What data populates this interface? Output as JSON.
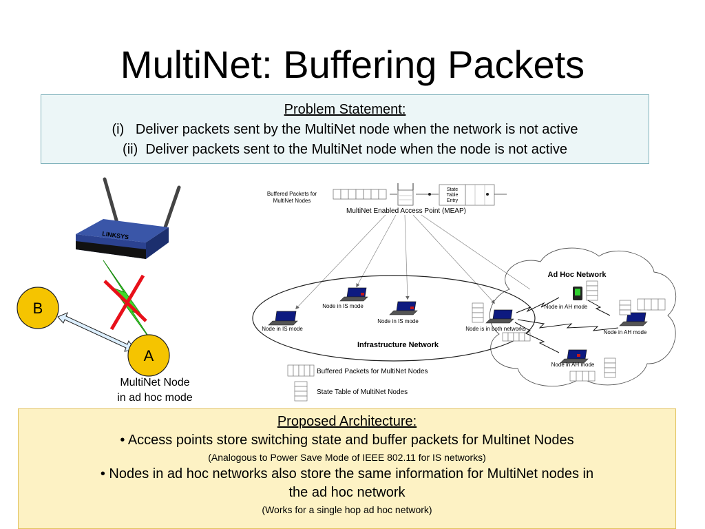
{
  "title": "MultiNet: Buffering Packets",
  "problem": {
    "heading": "Problem Statement:",
    "line1": "(i)   Deliver packets sent by the MultiNet node when the network is not active",
    "line2": "(ii)  Deliver packets sent to the MultiNet node when the node is not active"
  },
  "left": {
    "node_b": "B",
    "node_a": "A",
    "router_brand": "LINKSYS",
    "node_caption_1": "MultiNet Node",
    "node_caption_2": "in ad hoc mode"
  },
  "right": {
    "buffered_top_1": "Buffered Packets for",
    "buffered_top_2": "MultiNet Nodes",
    "state_1": "State",
    "state_2": "Table",
    "state_3": "Entry",
    "meap": "MultiNet Enabled Access Point (MEAP)",
    "adhoc_network": "Ad Hoc Network",
    "infra_network": "Infrastructure Network",
    "is_node_left": "Node in IS mode",
    "is_node_top": "Node in IS mode",
    "is_node_mid": "Node in IS mode",
    "both_node": "Node is in both networks",
    "ah_node_top": "Node in AH mode",
    "ah_node_right": "Node in AH mode",
    "ah_node_bottom": "Node in AH mode",
    "legend_buffer": "Buffered Packets for MultiNet Nodes",
    "legend_state": "State Table of MultiNet Nodes"
  },
  "proposal": {
    "heading": "Proposed Architecture:",
    "bullet1": "• Access points store switching state and buffer packets for Multinet Nodes",
    "note1": "(Analogous to Power Save Mode of IEEE 802.11 for IS networks)",
    "bullet2a": "• Nodes in ad hoc networks also store the same information for MultiNet nodes in",
    "bullet2b": "the ad hoc network",
    "note2": "(Works for a single hop ad hoc network)"
  },
  "colors": {
    "network_label": "#e8101a",
    "problem_bg": "#ecf6f7",
    "proposal_bg": "#fdf2c4",
    "node_fill": "#f5c400",
    "link_green": "#3ddc2a",
    "cross_red": "#e8101a"
  }
}
